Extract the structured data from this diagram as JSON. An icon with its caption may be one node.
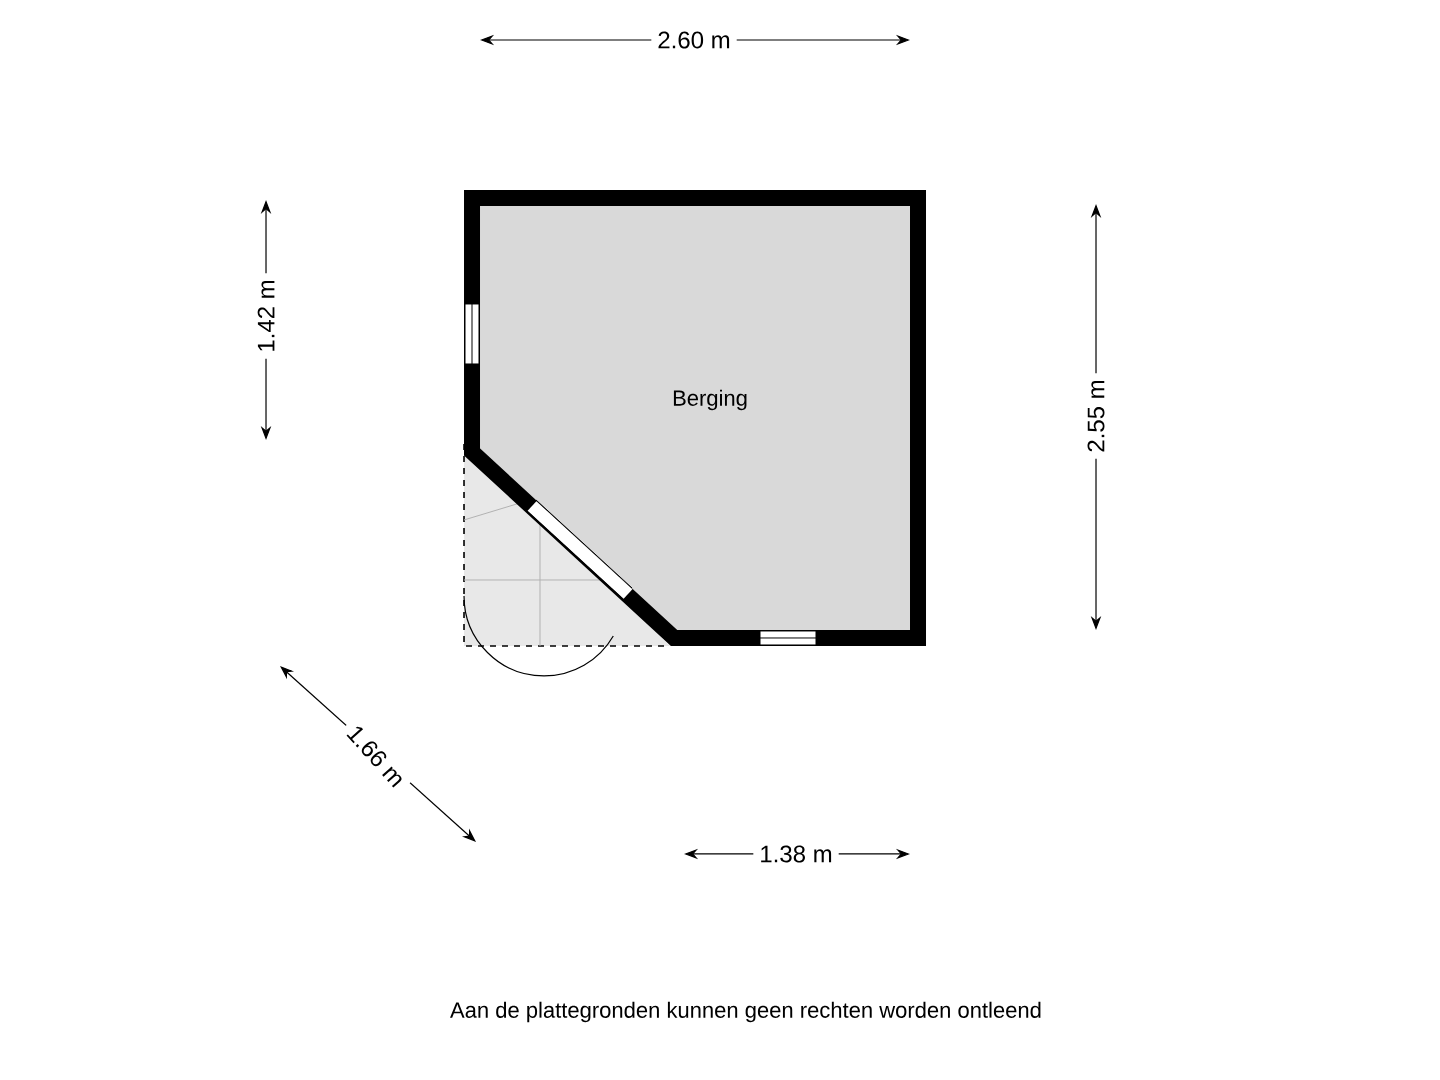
{
  "diagram": {
    "caption": "Aan de plattegronden kunnen geen rechten worden ontleend",
    "nodes": [
      {
        "text": [
          "Berging"
        ]
      }
    ],
    "edges": [],
    "labels": [
      "2.60 m",
      "1.42 m",
      "2.55 m",
      "1.66 m",
      "1.38 m"
    ]
  }
}
